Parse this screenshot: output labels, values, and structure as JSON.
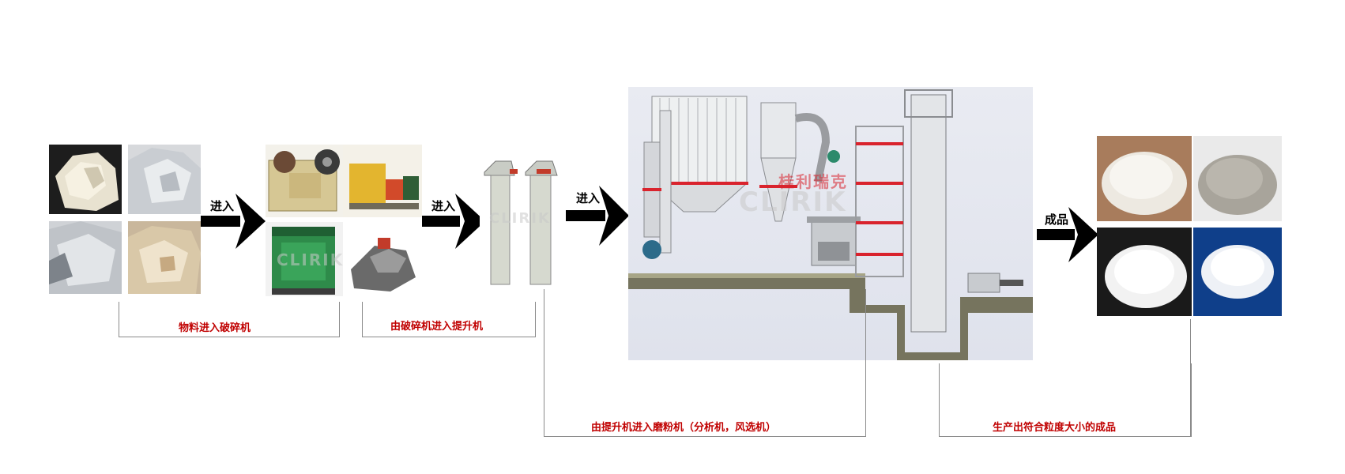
{
  "arrows": {
    "a1": "进入",
    "a2": "进入",
    "a3": "进入",
    "a4": "成品"
  },
  "captions": {
    "c1": "物料进入破碎机",
    "c2": "由破碎机进入提升机",
    "c3": "由提升机进入磨粉机（分析机，风选机）",
    "c4": "生产出符合粒度大小的成品"
  },
  "watermarks": {
    "mill_cn": "桂利瑞克",
    "mill_en": "CLIRIK",
    "crusher_en": "CLIRIK",
    "elevator_en": "CLIRIK"
  },
  "colors": {
    "accent_red": "#c00000",
    "line_gray": "#8a8a8a",
    "machine_red": "#d9232d",
    "machine_green": "#2e8b4a",
    "machine_yellow": "#e8c44a"
  }
}
